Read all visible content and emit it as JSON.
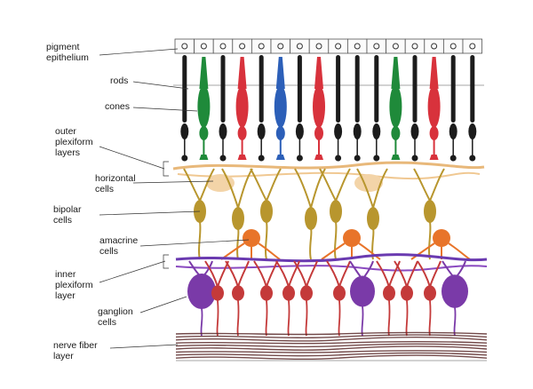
{
  "labels": {
    "pigment_epithelium": [
      "pigment",
      "epithelium"
    ],
    "rods": [
      "rods"
    ],
    "cones": [
      "cones"
    ],
    "outer_plexiform": [
      "outer",
      "plexiform",
      "layers"
    ],
    "horizontal": [
      "horizontal",
      "cells"
    ],
    "bipolar": [
      "bipolar",
      "cells"
    ],
    "amacrine": [
      "amacrine",
      "cells"
    ],
    "inner_plexiform": [
      "inner",
      "plexiform",
      "layer"
    ],
    "ganglion": [
      "ganglion",
      "cells"
    ],
    "nerve_fiber": [
      "nerve fiber",
      "layer"
    ]
  },
  "colors": {
    "rod": "#1c1c1c",
    "cone_green": "#1f8a3a",
    "cone_red": "#d8323c",
    "cone_blue": "#2c5fb8",
    "horizontal": "#e8b87a",
    "bipolar": "#b8962e",
    "amacrine": "#e8742a",
    "ganglion_red": "#c43a3a",
    "ganglion_purple": "#7a3aa8",
    "nerve_fiber": "#5a2a2a"
  },
  "photoreceptors": [
    "rod",
    "cone_green",
    "rod",
    "cone_red",
    "rod",
    "cone_blue",
    "rod",
    "cone_red",
    "rod",
    "rod",
    "rod",
    "cone_green",
    "rod",
    "cone_red",
    "rod",
    "rod"
  ]
}
